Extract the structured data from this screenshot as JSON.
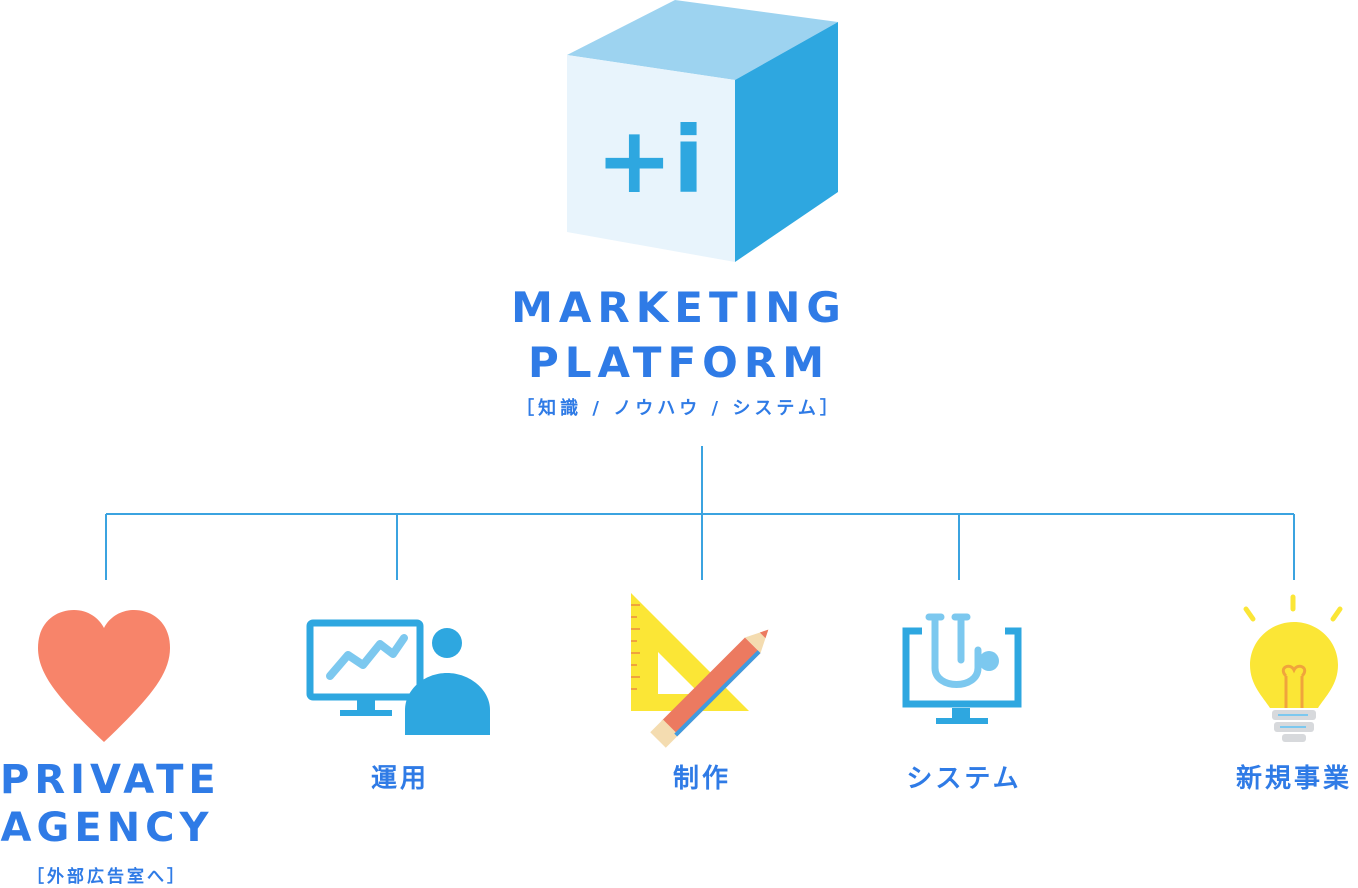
{
  "platform": {
    "logo_text": "+i",
    "title_line1": "MARKETING",
    "title_line2": "PLATFORM",
    "subtitle": "［知識 / ノウハウ / システム］"
  },
  "branches": [
    {
      "label_line1": "PRIVATE",
      "label_line2": "AGENCY",
      "sub": "［外部広告室へ］",
      "icon": "heart-icon"
    },
    {
      "label": "運用",
      "icon": "monitor-chart-person-icon"
    },
    {
      "label": "制作",
      "icon": "ruler-pencil-icon"
    },
    {
      "label": "システム",
      "icon": "monitor-stethoscope-icon"
    },
    {
      "label": "新規事業",
      "icon": "lightbulb-icon"
    }
  ],
  "colors": {
    "accent": "#2f7be6",
    "line": "#3ba3e0",
    "cube_top": "#9dd3f0",
    "cube_front": "#e8f4fc",
    "cube_side": "#2ea7e0",
    "heart": "#f7846a",
    "bulb": "#fbe636"
  }
}
